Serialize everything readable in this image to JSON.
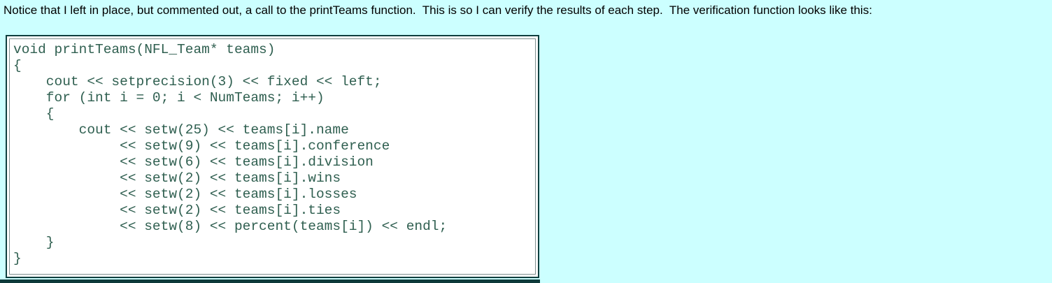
{
  "page": {
    "background_color": "#ccffff",
    "intro_text": "Notice that I left in place, but commented out, a call to the printTeams function.  This is so I can verify the results of each step.  The verification function looks like this:"
  },
  "code_box": {
    "background_color": "#ffffff",
    "outer_border_color": "#0f3f3f",
    "inner_border_color": "#7f9090",
    "text_color": "#2f5f50",
    "language": "cpp",
    "lines": [
      "void printTeams(NFL_Team* teams)",
      "{",
      "    cout << setprecision(3) << fixed << left;",
      "    for (int i = 0; i < NumTeams; i++)",
      "    {",
      "        cout << setw(25) << teams[i].name",
      "             << setw(9) << teams[i].conference",
      "             << setw(6) << teams[i].division",
      "             << setw(2) << teams[i].wins",
      "             << setw(2) << teams[i].losses",
      "             << setw(2) << teams[i].ties",
      "             << setw(8) << percent(teams[i]) << endl;",
      "    }",
      "}"
    ]
  },
  "bottom_bar": {
    "color": "#0d3a3a"
  }
}
